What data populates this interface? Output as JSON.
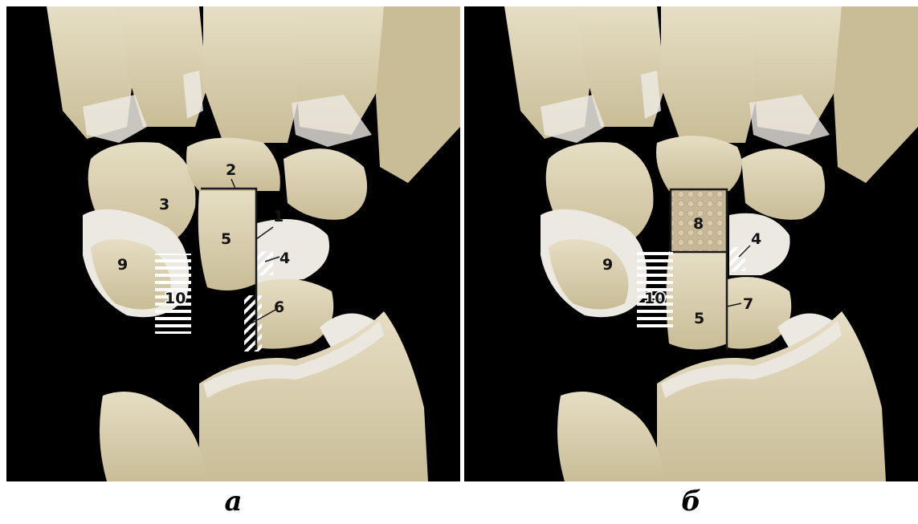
{
  "figure": {
    "background_color": "#000000",
    "bone_color": "#d8ceb0",
    "cartilage_color": "#ece9e2",
    "panels": [
      {
        "caption": "а",
        "labels": [
          "1",
          "2",
          "3",
          "4",
          "5",
          "6",
          "9",
          "10"
        ]
      },
      {
        "caption": "б",
        "labels": [
          "4",
          "5",
          "7",
          "8",
          "9",
          "10"
        ]
      }
    ]
  }
}
